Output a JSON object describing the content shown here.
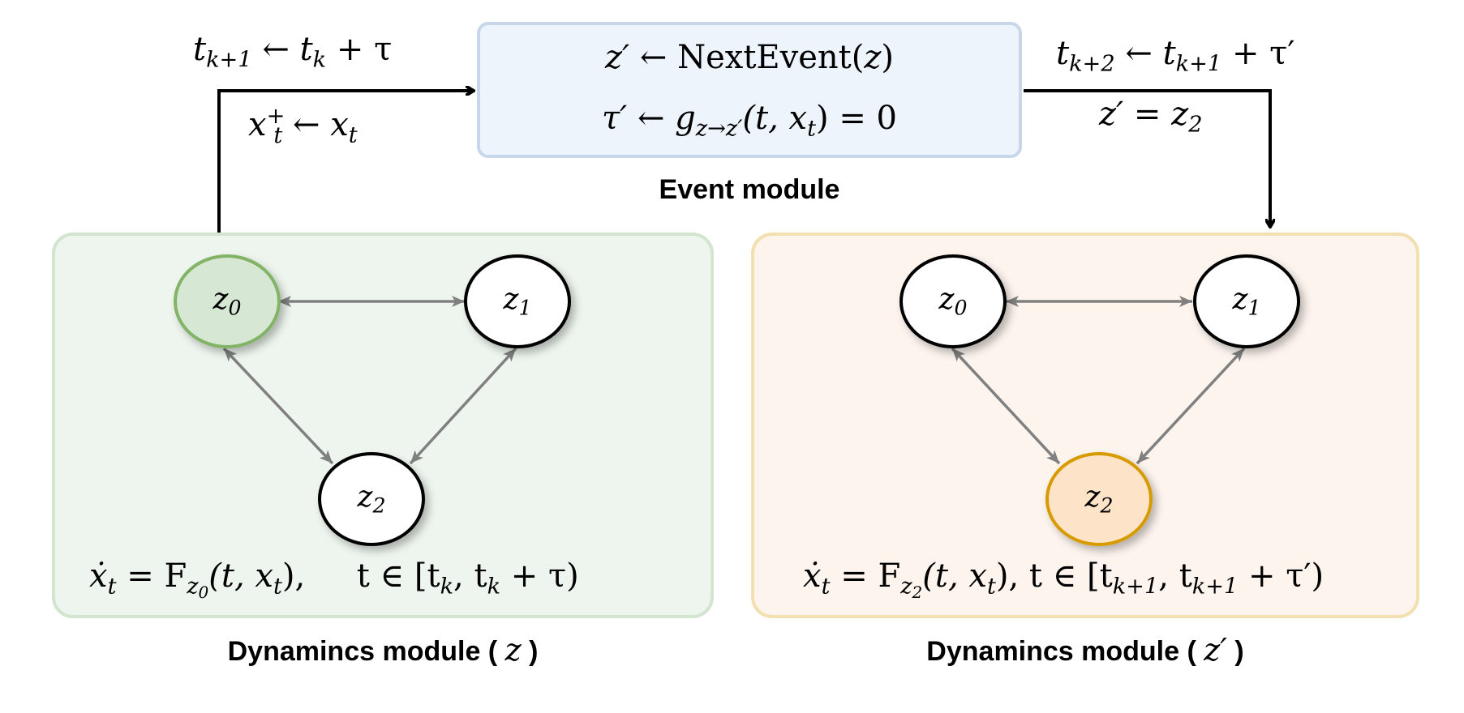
{
  "event_module": {
    "title": "Event module",
    "line1": {
      "lhs": "z′",
      "arrow": "←",
      "rhs": "NextEvent(",
      "arg": "z",
      "close": ")"
    },
    "line2": {
      "lhs": "τ′",
      "arrow": "←",
      "g": "g",
      "g_sub": "z→z′",
      "rhs": "(t, x",
      "rhs_sub": "t",
      "tail": ") = 0"
    }
  },
  "left_transition": {
    "line1": {
      "t1": "t",
      "t1_sub": "k+1",
      "arrow": "←",
      "t2": "t",
      "t2_sub": "k",
      "tail": "+ τ"
    },
    "line2": {
      "x": "x",
      "x_sup": "+",
      "x_sub": "t",
      "arrow": "←",
      "rhs": "x",
      "rhs_sub": "t"
    }
  },
  "right_transition": {
    "line1": {
      "t1": "t",
      "t1_sub": "k+2",
      "arrow": "←",
      "t2": "t",
      "t2_sub": "k+1",
      "tail": "+ τ′"
    },
    "line2": {
      "lhs": "z′ = z",
      "lhs_sub": "2"
    }
  },
  "dynamics_left": {
    "title_prefix": "Dynamincs module (",
    "title_var": "z",
    "title_suffix": ")",
    "equation": {
      "xdot": "ẋ",
      "xdot_sub": "t",
      "eq": "= F",
      "F_sub": "z",
      "F_sub2": "0",
      "args": "(t, x",
      "args_sub": "t",
      "mid": "),     t ∈ [t",
      "t_sub": "k",
      "comma": ", t",
      "t2_sub": "k",
      "tail": " + τ)"
    },
    "nodes": [
      {
        "name": "z",
        "sub": "0",
        "active": true
      },
      {
        "name": "z",
        "sub": "1",
        "active": false
      },
      {
        "name": "z",
        "sub": "2",
        "active": false
      }
    ]
  },
  "dynamics_right": {
    "title_prefix": "Dynamincs module (",
    "title_var": "z′",
    "title_suffix": ")",
    "equation": {
      "xdot": "ẋ",
      "xdot_sub": "t",
      "eq": "= F",
      "F_sub": "z",
      "F_sub2": "2",
      "args": "(t, x",
      "args_sub": "t",
      "mid": "), t ∈ [t",
      "t_sub": "k+1",
      "comma": ", t",
      "t2_sub": "k+1",
      "tail": " + τ′)"
    },
    "nodes": [
      {
        "name": "z",
        "sub": "0",
        "active": false
      },
      {
        "name": "z",
        "sub": "1",
        "active": false
      },
      {
        "name": "z",
        "sub": "2",
        "active": true
      }
    ]
  },
  "colors": {
    "left_active_fill": "#d6e8d4",
    "left_active_stroke": "#82b366",
    "right_active_fill": "#fde3c8",
    "right_active_stroke": "#d79b00",
    "edge": "#808080"
  }
}
